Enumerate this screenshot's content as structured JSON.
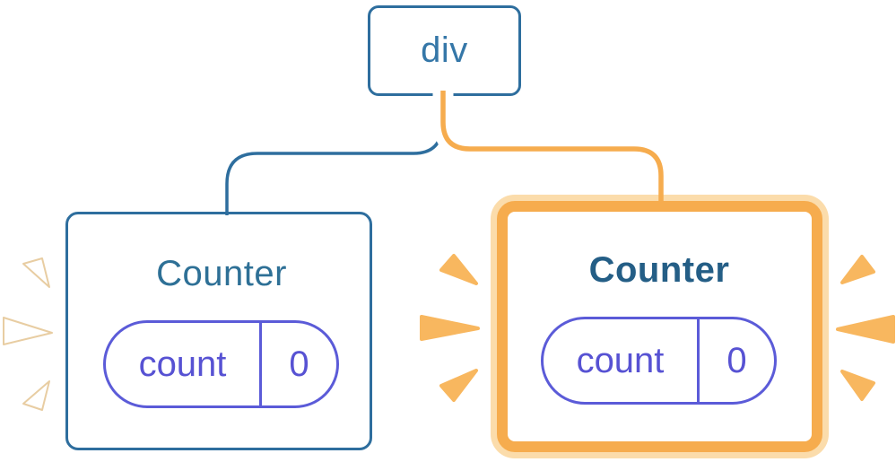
{
  "diagram": {
    "root_node": {
      "label": "div"
    },
    "counters": [
      {
        "position": "left",
        "title": "Counter",
        "state": {
          "key": "count",
          "value": "0"
        },
        "highlighted": false,
        "burst_style": "white-outline"
      },
      {
        "position": "right",
        "title": "Counter",
        "state": {
          "key": "count",
          "value": "0"
        },
        "highlighted": true,
        "burst_style": "orange-solid"
      }
    ],
    "colors": {
      "node_border_blue": "#2E6E9E",
      "node_text_blue": "#3577A8",
      "counter_title_left": "#2E7096",
      "counter_title_right": "#245E86",
      "state_pill_border": "#5B5BD8",
      "state_pill_text": "#5752D3",
      "highlight_orange": "#F6AC4E",
      "highlight_halo": "#FBDCAB",
      "burst_orange": "#F8B75F",
      "background": "#FFFFFF"
    }
  }
}
